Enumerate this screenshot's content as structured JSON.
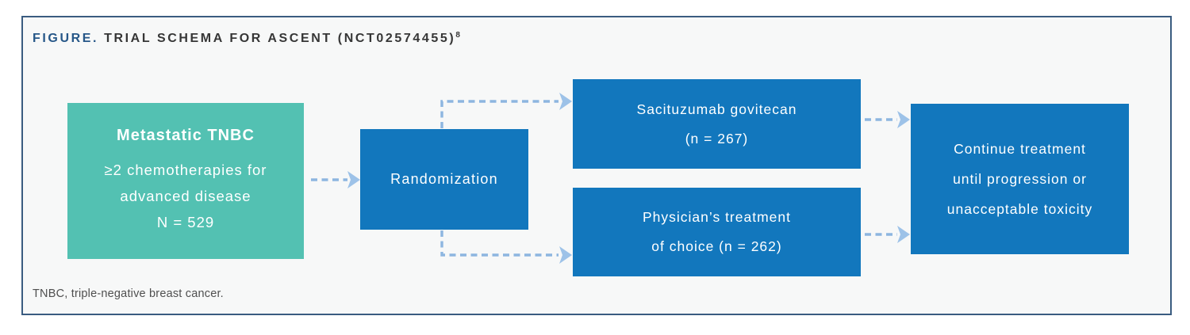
{
  "figure": {
    "label": "FIGURE.",
    "title": "TRIAL SCHEMA FOR ASCENT (NCT02574455)",
    "superscript": "8",
    "footnote": "TNBC, triple-negative breast cancer."
  },
  "diagram": {
    "population": {
      "title": "Metastatic TNBC",
      "lines": [
        "≥2 chemotherapies for",
        "advanced disease",
        "N = 529"
      ]
    },
    "randomization": {
      "label": "Randomization"
    },
    "arm_top": {
      "lines": [
        "Sacituzumab govitecan",
        "(n = 267)"
      ]
    },
    "arm_bottom": {
      "lines": [
        "Physician’s treatment",
        "of choice (n = 262)"
      ]
    },
    "outcome": {
      "lines": [
        "Continue treatment",
        "until progression or",
        "unacceptable toxicity"
      ]
    }
  },
  "colors": {
    "teal": "#53C1B2",
    "blue": "#1277BD",
    "arrow": "#8DB6E0",
    "arrowhead": "#9DC2E8",
    "panel_border": "#3A5C80",
    "panel_bg": "#F7F8F8",
    "label_blue": "#265788",
    "title_dark": "#363636",
    "footnote_gray": "#4F4F4F"
  }
}
